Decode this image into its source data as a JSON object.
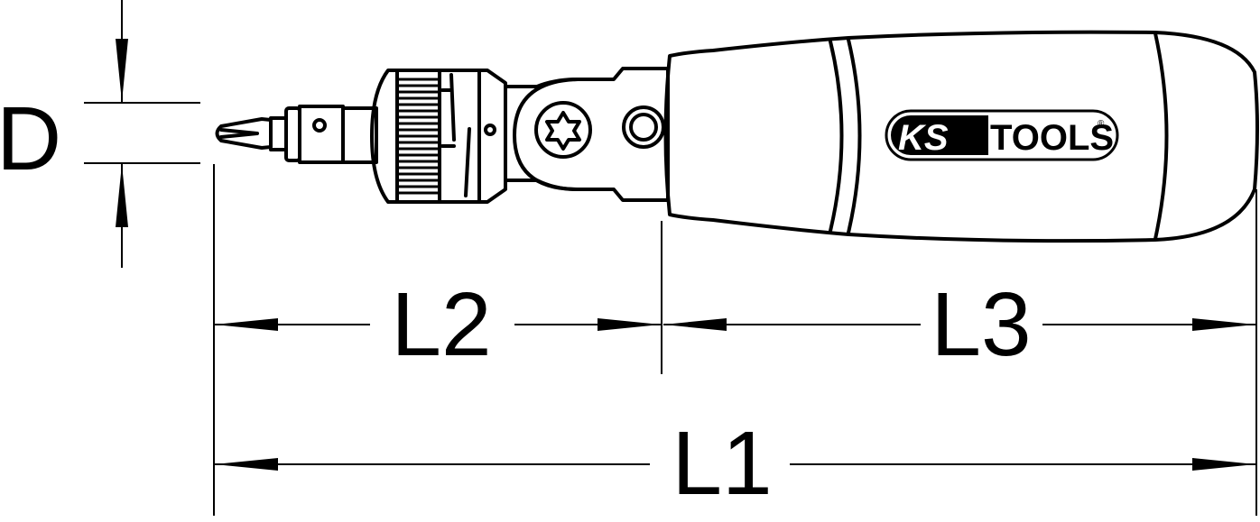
{
  "labels": {
    "diameter": "D",
    "length_bit_to_handle": "L2",
    "length_handle": "L3",
    "length_total": "L1"
  },
  "logo": {
    "brand": "KS",
    "brand_suffix": "TOOLS",
    "registered": "®"
  },
  "colors": {
    "line": "#000000",
    "background": "#ffffff"
  }
}
